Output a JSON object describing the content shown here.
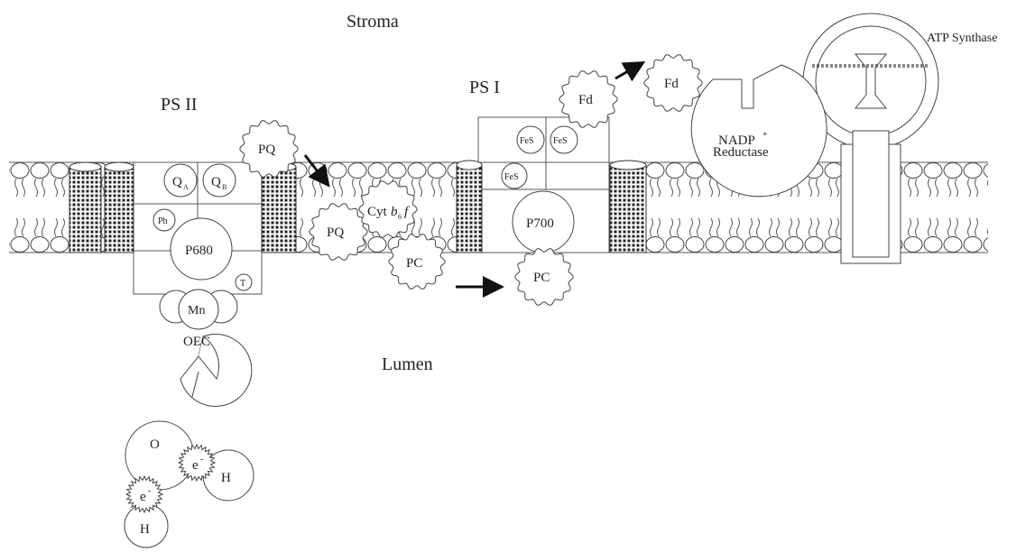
{
  "regions": {
    "stroma": "Stroma",
    "lumen": "Lumen"
  },
  "complexes": {
    "ps2": "PS II",
    "ps1": "PS I",
    "atp_synthase": "ATP Synthase",
    "nadp_reductase_line1": "NADP",
    "nadp_reductase_sup": "+",
    "nadp_reductase_line2": "Reductase"
  },
  "ps2_parts": {
    "qa": "Q",
    "qa_sub": "A",
    "qb": "Q",
    "qb_sub": "B",
    "ph": "Ph",
    "p680": "P680",
    "t": "T",
    "mn": "Mn",
    "oec": "OEC"
  },
  "carriers": {
    "pq_top": "PQ",
    "pq_bottom": "PQ",
    "cyt_a": "Cyt",
    "cyt_b": "b",
    "cyt_sub": "6",
    "cyt_f": "f",
    "pc_left": "PC",
    "pc_right": "PC",
    "fd_left": "Fd",
    "fd_right": "Fd"
  },
  "ps1_parts": {
    "fes1": "FeS",
    "fes2": "FeS",
    "fes3": "FeS",
    "p700": "P700"
  },
  "water": {
    "o": "O",
    "h1": "H",
    "h2": "H",
    "e1": "e",
    "e2": "e",
    "e_sup": "-"
  }
}
